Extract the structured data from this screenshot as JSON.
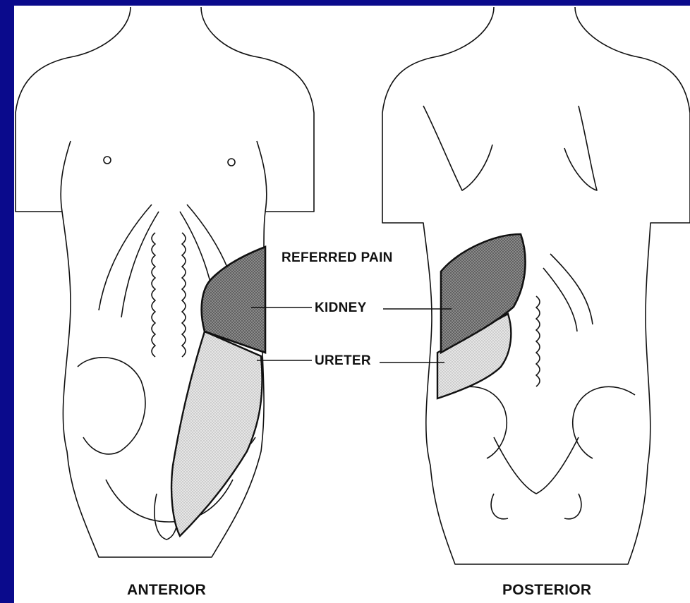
{
  "labels": {
    "referred_pain": "REFERRED PAIN",
    "kidney": "KIDNEY",
    "ureter": "URETER",
    "anterior": "ANTERIOR",
    "posterior": "POSTERIOR"
  },
  "colors": {
    "background": "#0a0a8c",
    "panel": "#ffffff",
    "kidney_shade": "#777777",
    "ureter_shade": "#d9d9d9",
    "outline": "#111111"
  }
}
